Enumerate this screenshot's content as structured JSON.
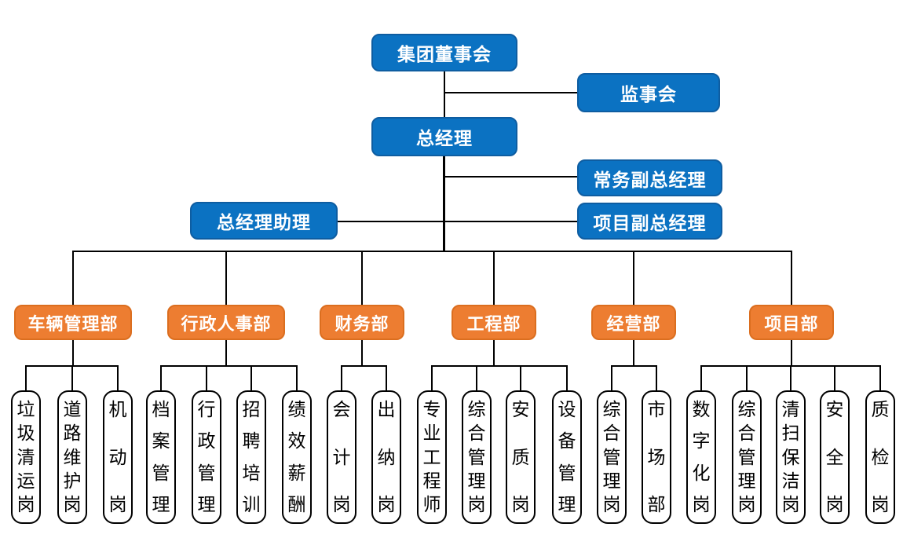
{
  "org": {
    "board": "集团董事会",
    "supervisory": "监事会",
    "general_manager": "总经理",
    "executive_deputy_gm": "常务副总经理",
    "gm_assistant": "总经理助理",
    "project_deputy_gm": "项目副总经理",
    "departments": [
      {
        "label": "车辆管理部",
        "positions": [
          "垃圾清运岗",
          "道路维护岗",
          "机动岗"
        ]
      },
      {
        "label": "行政人事部",
        "positions": [
          "档案管理",
          "行政管理",
          "招聘培训",
          "绩效薪酬"
        ]
      },
      {
        "label": "财务部",
        "positions": [
          "会计岗",
          "出纳岗"
        ]
      },
      {
        "label": "工程部",
        "positions": [
          "专业工程师",
          "综合管理岗",
          "安质岗",
          "设备管理"
        ]
      },
      {
        "label": "经营部",
        "positions": [
          "综合管理岗",
          "市场部"
        ]
      },
      {
        "label": "项目部",
        "positions": [
          "数字化岗",
          "综合管理岗",
          "清扫保洁岗",
          "安全岗",
          "质检岗"
        ]
      }
    ]
  },
  "colors": {
    "executive_fill": "#0B72C2",
    "executive_border": "#0E5DA1",
    "department_fill": "#ED7D31",
    "department_border": "#DB6E1F",
    "line_color": "#000000"
  }
}
